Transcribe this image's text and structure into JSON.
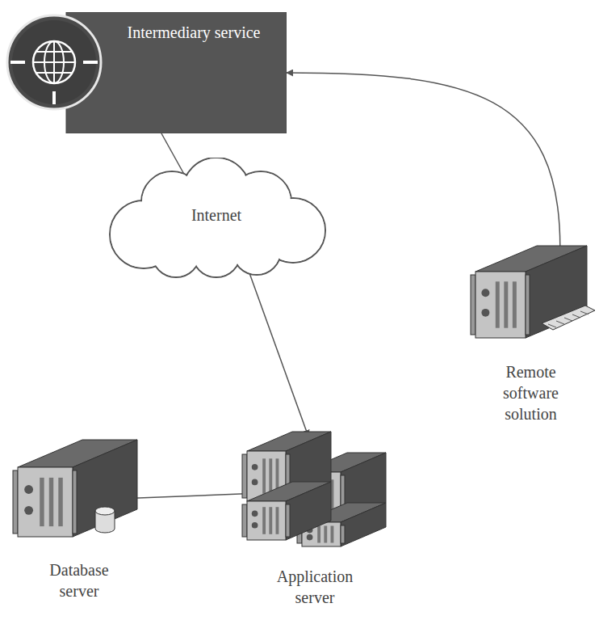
{
  "diagram": {
    "nodes": [
      {
        "text": [
          "Intermediary service"
        ]
      },
      {
        "text": [
          "Internet"
        ]
      },
      {
        "text": [
          "Remote software solution"
        ]
      },
      {
        "text": [
          "Database server"
        ]
      },
      {
        "text": [
          "Application server"
        ]
      }
    ],
    "edges": [
      {
        "from": 0,
        "to": 1,
        "arrow": "none"
      },
      {
        "from": 1,
        "to": 4,
        "arrow": "to"
      },
      {
        "from": 3,
        "to": 4,
        "arrow": "both"
      },
      {
        "from": 2,
        "to": 0,
        "arrow": "to"
      }
    ]
  }
}
